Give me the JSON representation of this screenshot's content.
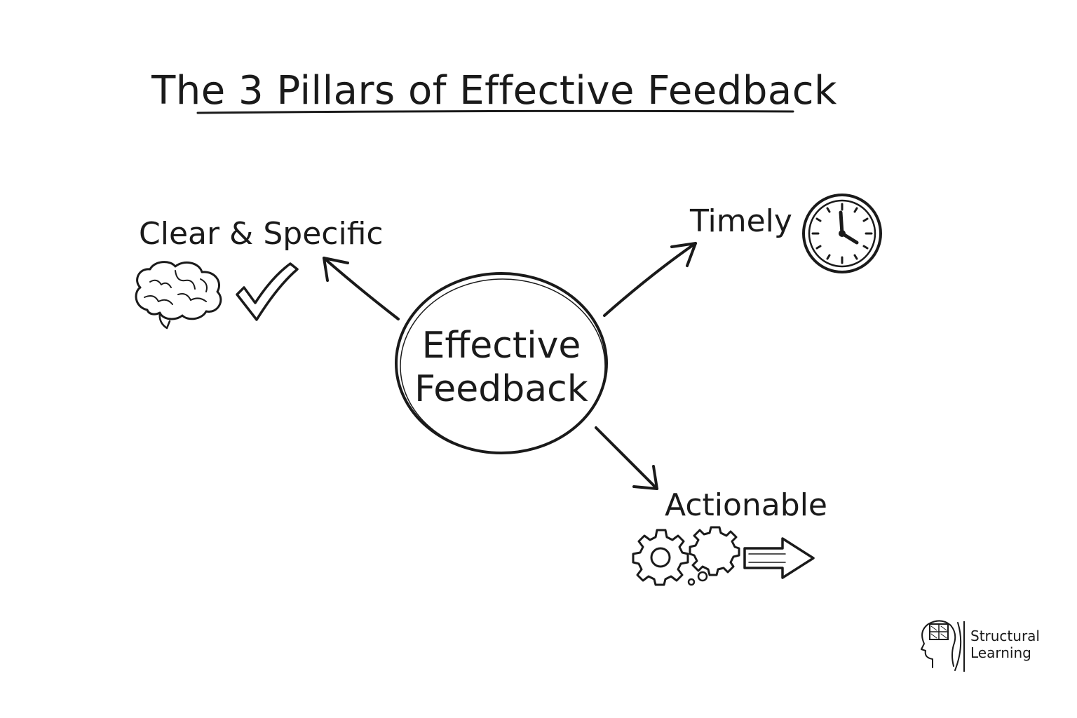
{
  "title": "The 3 Pillars of Effective Feedback",
  "center": {
    "line1": "Effective",
    "line2": "Feedback"
  },
  "pillars": {
    "clear_specific": {
      "label": "Clear & Specific",
      "icons": [
        "brain-icon",
        "checkmark-icon"
      ]
    },
    "timely": {
      "label": "Timely",
      "icons": [
        "clock-icon"
      ]
    },
    "actionable": {
      "label": "Actionable",
      "icons": [
        "gear-icon",
        "gear-thought-icon",
        "right-arrow-icon"
      ]
    }
  },
  "brand": {
    "line1": "Structural",
    "line2": "Learning",
    "icon": "head-puzzle-logo-icon"
  },
  "colors": {
    "ink": "#1a1a1a",
    "background": "#ffffff"
  }
}
